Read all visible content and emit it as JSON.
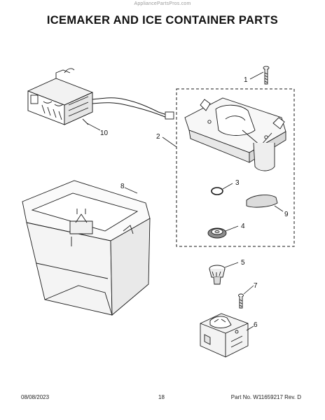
{
  "header": {
    "watermark": "AppliancePartsPros.com",
    "title": "ICEMAKER AND ICE CONTAINER PARTS"
  },
  "callouts": {
    "c1": "1",
    "c2": "2",
    "c3": "3",
    "c4": "4",
    "c5": "5",
    "c6": "6",
    "c7": "7",
    "c8": "8",
    "c9": "9",
    "c10": "10"
  },
  "footer": {
    "date": "08/08/2023",
    "page": "18",
    "part_info": "Part No. W11659217  Rev. D"
  },
  "colors": {
    "line": "#1a1a1a",
    "shade": "#d9d9d9",
    "dark_shade": "#8c8c8c"
  }
}
